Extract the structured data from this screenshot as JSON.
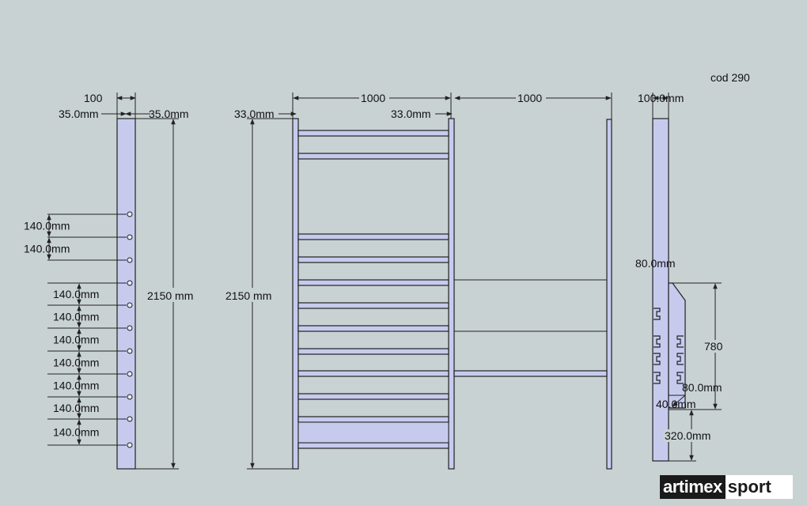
{
  "code_label": "cod 290",
  "side_view": {
    "width_label": "100",
    "left_offset": "35.0mm",
    "right_offset": "35.0mm",
    "height_label": "2150 mm",
    "hole_spacing_labels": [
      "140.0mm",
      "140.0mm",
      "140.0mm",
      "140.0mm",
      "140.0mm",
      "140.0mm",
      "140.0mm",
      "140.0mm",
      "140.0mm"
    ]
  },
  "front_view": {
    "height_label": "2150 mm",
    "left_offset": "33.0mm",
    "right_offset": "33.0mm",
    "width_label": "1000"
  },
  "extension_view": {
    "width_label": "1000"
  },
  "bracket_view": {
    "width_label": "100.0mm",
    "label_80_top": "80.0mm",
    "label_780": "780",
    "label_80_bottom": "80.0mm",
    "label_40": "40.0mm",
    "label_320": "320.0mm"
  },
  "logo": {
    "part_a": "artimex",
    "part_b": "sport"
  },
  "colors": {
    "background": "#c9d2d3",
    "part_fill": "#c6cbee",
    "line": "#222222"
  }
}
